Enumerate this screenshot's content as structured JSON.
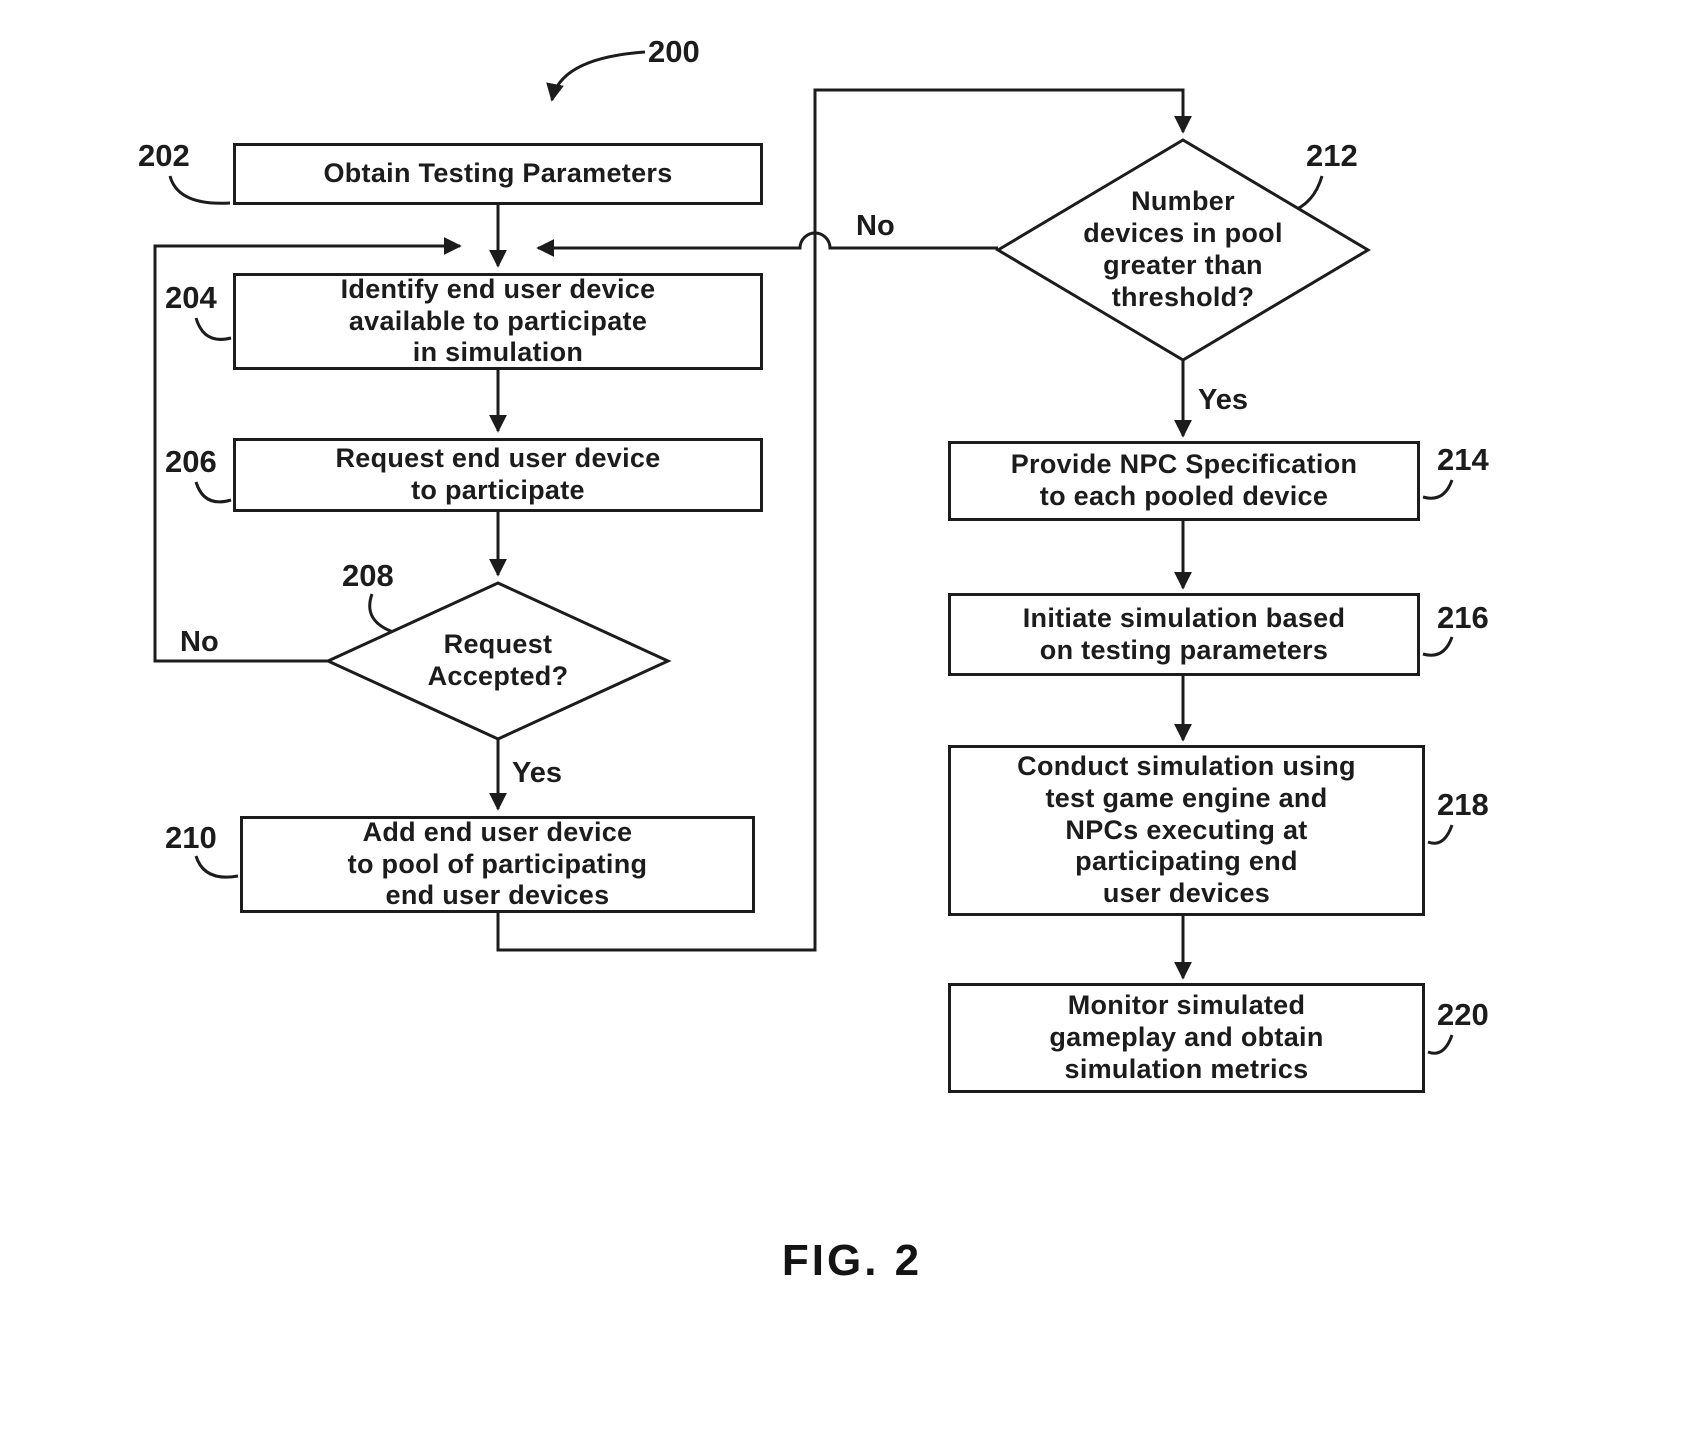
{
  "figure": {
    "ref": "200",
    "caption": "FIG. 2"
  },
  "nodes": {
    "n202": {
      "ref": "202",
      "type": "process",
      "label": "Obtain Testing Parameters"
    },
    "n204": {
      "ref": "204",
      "type": "process",
      "label": "Identify end user device\navailable to participate\nin simulation"
    },
    "n206": {
      "ref": "206",
      "type": "process",
      "label": "Request end user device\nto participate"
    },
    "n208": {
      "ref": "208",
      "type": "decision",
      "label": "Request\nAccepted?"
    },
    "n210": {
      "ref": "210",
      "type": "process",
      "label": "Add end user device\nto pool of participating\nend user devices"
    },
    "n212": {
      "ref": "212",
      "type": "decision",
      "label": "Number\ndevices in pool\ngreater than\nthreshold?"
    },
    "n214": {
      "ref": "214",
      "type": "process",
      "label": "Provide NPC Specification\nto each pooled device"
    },
    "n216": {
      "ref": "216",
      "type": "process",
      "label": "Initiate simulation based\non testing parameters"
    },
    "n218": {
      "ref": "218",
      "type": "process",
      "label": "Conduct simulation using\ntest game engine and\nNPCs executing at\nparticipating end\nuser devices"
    },
    "n220": {
      "ref": "220",
      "type": "process",
      "label": "Monitor simulated\ngameplay and obtain\nsimulation metrics"
    }
  },
  "edge_labels": {
    "d208_yes": "Yes",
    "d208_no": "No",
    "d212_yes": "Yes",
    "d212_no": "No"
  },
  "edges": [
    {
      "from": "202",
      "to": "204"
    },
    {
      "from": "204",
      "to": "206"
    },
    {
      "from": "206",
      "to": "208"
    },
    {
      "from": "208",
      "to": "210",
      "label": "Yes"
    },
    {
      "from": "208",
      "to": "204",
      "label": "No"
    },
    {
      "from": "210",
      "to": "212"
    },
    {
      "from": "212",
      "to": "214",
      "label": "Yes"
    },
    {
      "from": "212",
      "to": "204",
      "label": "No"
    },
    {
      "from": "214",
      "to": "216"
    },
    {
      "from": "216",
      "to": "218"
    },
    {
      "from": "218",
      "to": "220"
    }
  ],
  "colors": {
    "ink": "#1c1c1c",
    "background": "#ffffff"
  }
}
